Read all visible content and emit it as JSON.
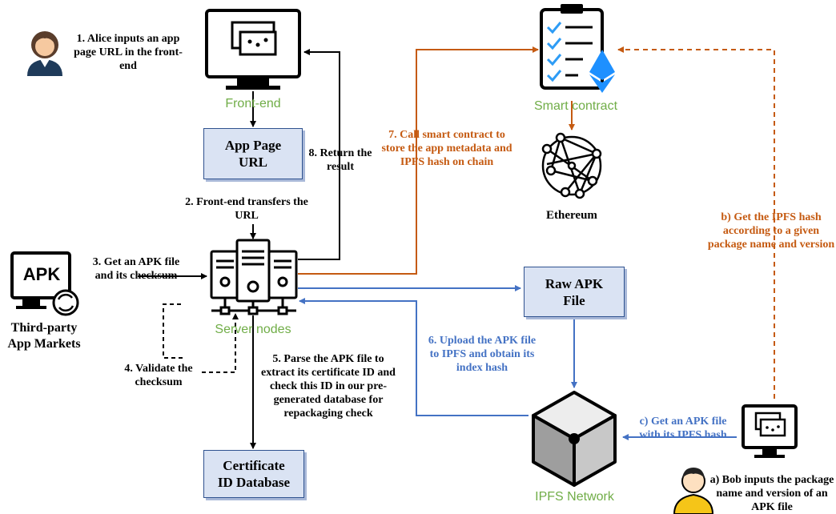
{
  "nodes": {
    "frontend": "Front-end",
    "server": "Server nodes",
    "smart_contract": "Smart contract",
    "ethereum": "Ethereum",
    "ipfs": "IPFS Network",
    "markets": "Third-party App Markets",
    "apk_icon_text": "APK"
  },
  "boxes": {
    "app_page_url": "App Page URL",
    "raw_apk": "Raw APK File",
    "cert_db": "Certificate ID Database"
  },
  "steps": {
    "s1": "1. Alice inputs an app page URL in the front-end",
    "s2": "2. Front-end transfers the URL",
    "s3": "3. Get an APK file and its checksum",
    "s4": "4. Validate the checksum",
    "s5": "5. Parse the APK file to extract its certificate ID and check this ID in our pre-generated database for repackaging check",
    "s6": "6. Upload the APK file to IPFS and obtain its index hash",
    "s7": "7. Call smart contract to store the app metadata and IPFS hash on chain",
    "s8": "8. Return the result",
    "sa": "a) Bob inputs the package name and version of an APK file",
    "sb": "b) Get the IPFS hash according to a given package name and version",
    "sc": "c) Get an APK file with its IPFS hash"
  },
  "colors": {
    "green": "#70ad47",
    "orange": "#c55a11",
    "blue": "#4472c4",
    "box_fill": "#dae3f3"
  }
}
